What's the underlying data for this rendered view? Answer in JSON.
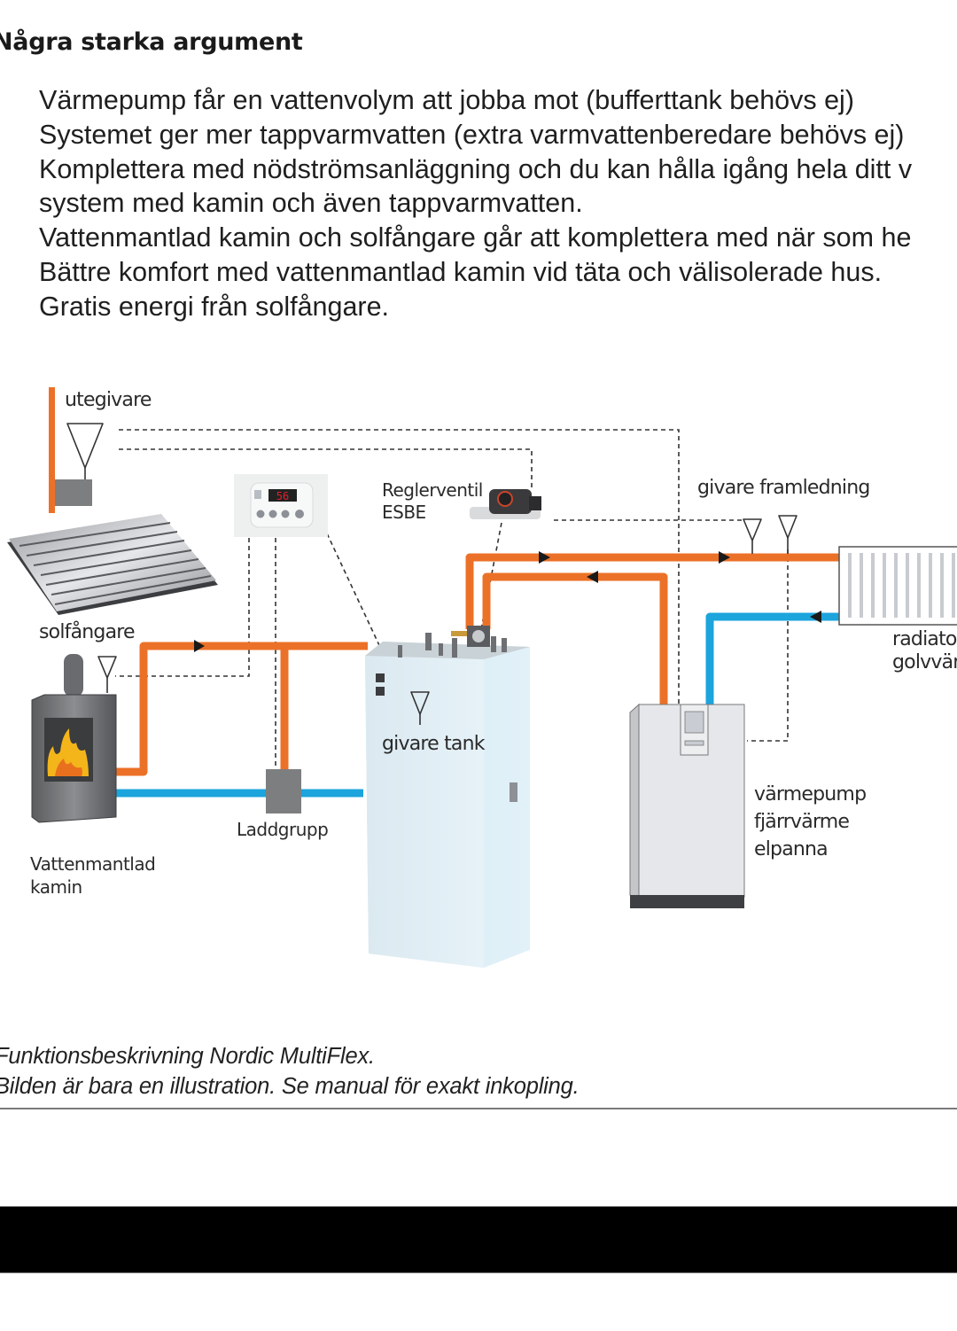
{
  "heading": "Några starka argument",
  "arguments": [
    "Värmepump får en vattenvolym att jobba mot (bufferttank behövs ej)",
    "Systemet ger mer tappvarmvatten (extra varmvattenberedare behövs ej)",
    "Komplettera med nödströmsanläggning och du kan hålla igång hela ditt v",
    "system med kamin och även tappvarmvatten.",
    "Vattenmantlad kamin och solfångare går att komplettera med när som he",
    "Bättre komfort med vattenmantlad kamin vid täta och välisolerade hus.",
    "Gratis energi från solfångare."
  ],
  "diagram": {
    "labels": {
      "outdoor_sensor": "utegivare",
      "solar_collector": "solfångare",
      "stove_line1": "Vattenmantlad",
      "stove_line2": "kamin",
      "charge_group": "Laddgrupp",
      "valve_line1": "Reglerventil",
      "valve_line2": "ESBE",
      "tank_sensor": "givare tank",
      "flow_sensor": "givare framledning",
      "radiator_line1": "radiator",
      "radiator_line2": "golvvärm",
      "heat_source_line1": "värmepump",
      "heat_source_line2": "fjärrvärme",
      "heat_source_line3": "elpanna"
    },
    "controller_display": "56",
    "colors": {
      "hot_pipe": "#ec7128",
      "cold_pipe": "#1ca4dc",
      "display_red": "#e0202a",
      "tank": "#dcedf5",
      "heat_source": "#e6e7ea"
    }
  },
  "captions": [
    "Funktionsbeskrivning Nordic MultiFlex.",
    "Bilden är bara en illustration. Se manual för exakt inkopling."
  ]
}
